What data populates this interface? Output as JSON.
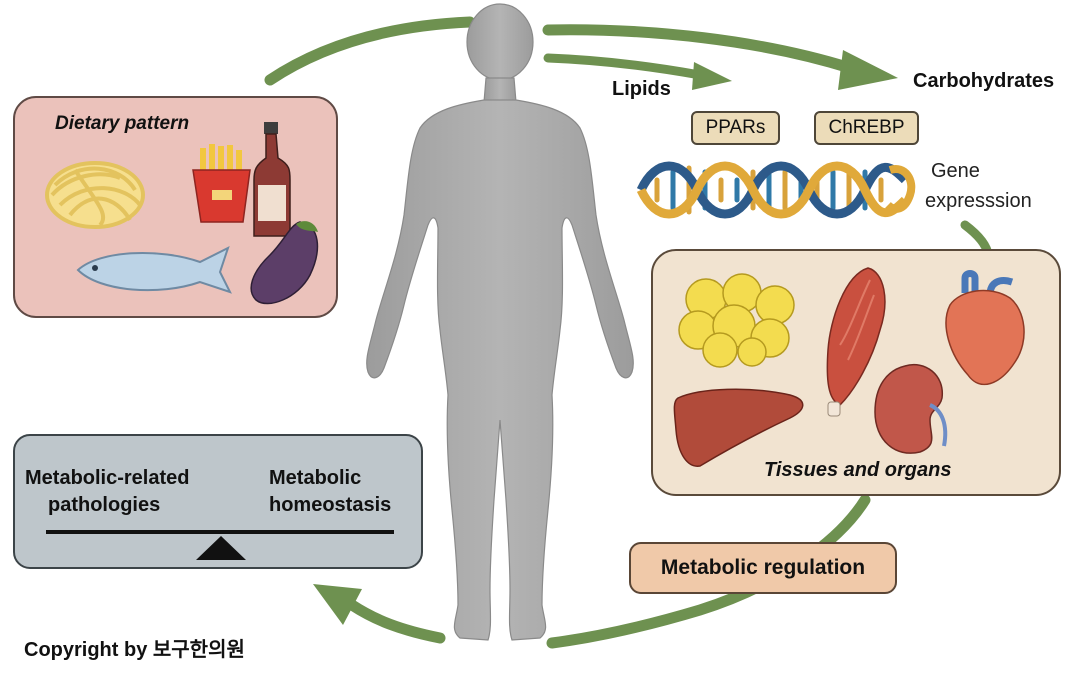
{
  "diet": {
    "title": "Dietary pattern"
  },
  "flow": {
    "lipids": "Lipids",
    "carbohydrates": "Carbohydrates"
  },
  "receptors": {
    "ppar": "PPARs",
    "chrebp": "ChREBP"
  },
  "gene": {
    "line1": "Gene",
    "line2": "expresssion"
  },
  "tissues": {
    "title": "Tissues and organs"
  },
  "regulation": {
    "label": "Metabolic regulation"
  },
  "balance": {
    "left_line1": "Metabolic-related",
    "left_line2": "pathologies",
    "right_line1": "Metabolic",
    "right_line2": "homeostasis"
  },
  "footer": {
    "copyright": "Copyright by 보구한의원"
  },
  "colors": {
    "arrow": "#6e9150",
    "diet_box": "#ebc2bb",
    "tissue_box": "#f1e3d0",
    "balance_box": "#bec6cb",
    "receptor_box": "#ecdcb9",
    "regulation_box": "#f0c9a9",
    "silhouette": "#a9a9a9"
  },
  "icons": [
    "pasta-icon",
    "fries-icon",
    "bottle-icon",
    "fish-icon",
    "eggplant-icon",
    "adipose-icon",
    "muscle-icon",
    "heart-icon",
    "liver-icon",
    "kidney-icon",
    "dna-icon",
    "human-silhouette-icon"
  ]
}
